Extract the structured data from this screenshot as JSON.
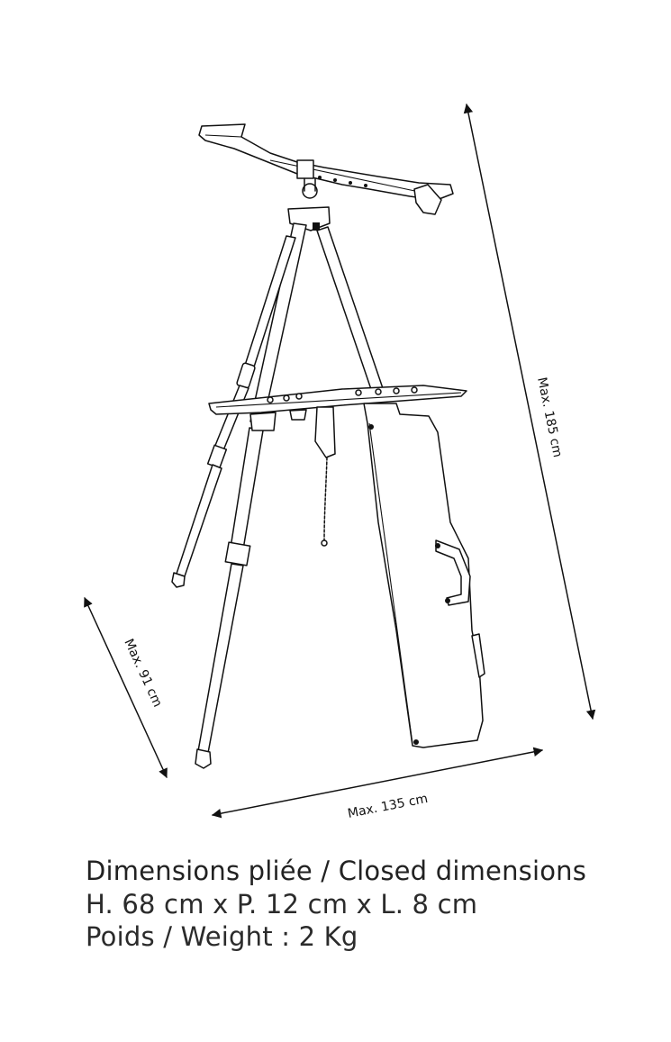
{
  "dimensions": {
    "height_label": "Max. 185 cm",
    "depth_label": "Max. 91 cm",
    "width_label": "Max. 135 cm"
  },
  "caption": {
    "title": "Dimensions pliée / Closed dimensions",
    "size": "H. 68 cm x P. 12 cm x L. 8 cm",
    "weight": "Poids / Weight : 2 Kg"
  }
}
